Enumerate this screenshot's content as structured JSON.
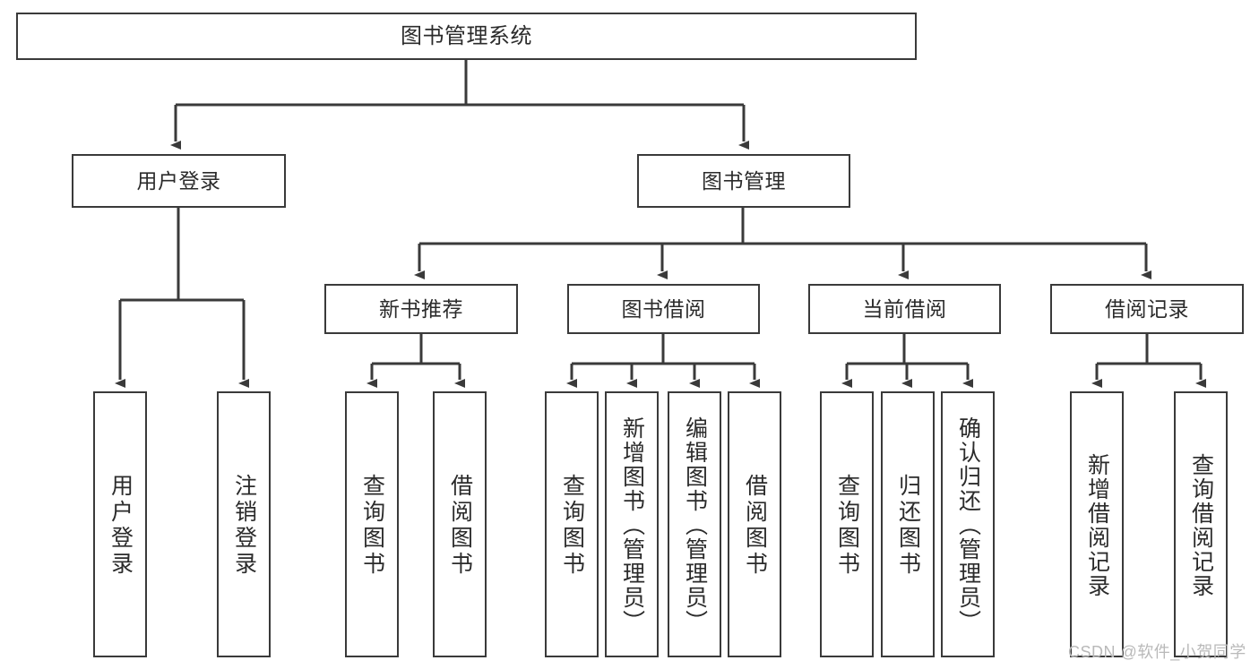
{
  "diagram": {
    "title": "图书管理系统",
    "type": "tree-hierarchy-diagram",
    "colors": {
      "box_border": "#3a3a3a",
      "box_fill": "#ffffff",
      "connector": "#3a3a3a",
      "text": "#2b2b2b",
      "watermark": "#b9b9b9",
      "background": "#ffffff"
    },
    "nodes": {
      "root": {
        "label": "图书管理系统"
      },
      "level2": [
        {
          "label": "用户登录"
        },
        {
          "label": "图书管理"
        }
      ],
      "level3": [
        {
          "label": "新书推荐"
        },
        {
          "label": "图书借阅"
        },
        {
          "label": "当前借阅"
        },
        {
          "label": "借阅记录"
        }
      ],
      "leaves_user_login": [
        {
          "label": "用户登录"
        },
        {
          "label": "注销登录"
        }
      ],
      "leaves_new_book": [
        {
          "label": "查询图书"
        },
        {
          "label": "借阅图书"
        }
      ],
      "leaves_borrow": [
        {
          "label": "查询图书"
        },
        {
          "label": "新增图书（管理员）"
        },
        {
          "label": "编辑图书（管理员）"
        },
        {
          "label": "借阅图书"
        }
      ],
      "leaves_current": [
        {
          "label": "查询图书"
        },
        {
          "label": "归还图书"
        },
        {
          "label": "确认归还（管理员）"
        }
      ],
      "leaves_record": [
        {
          "label": "新增借阅记录"
        },
        {
          "label": "查询借阅记录"
        }
      ]
    },
    "watermark": "CSDN @软件_小贺同学"
  }
}
